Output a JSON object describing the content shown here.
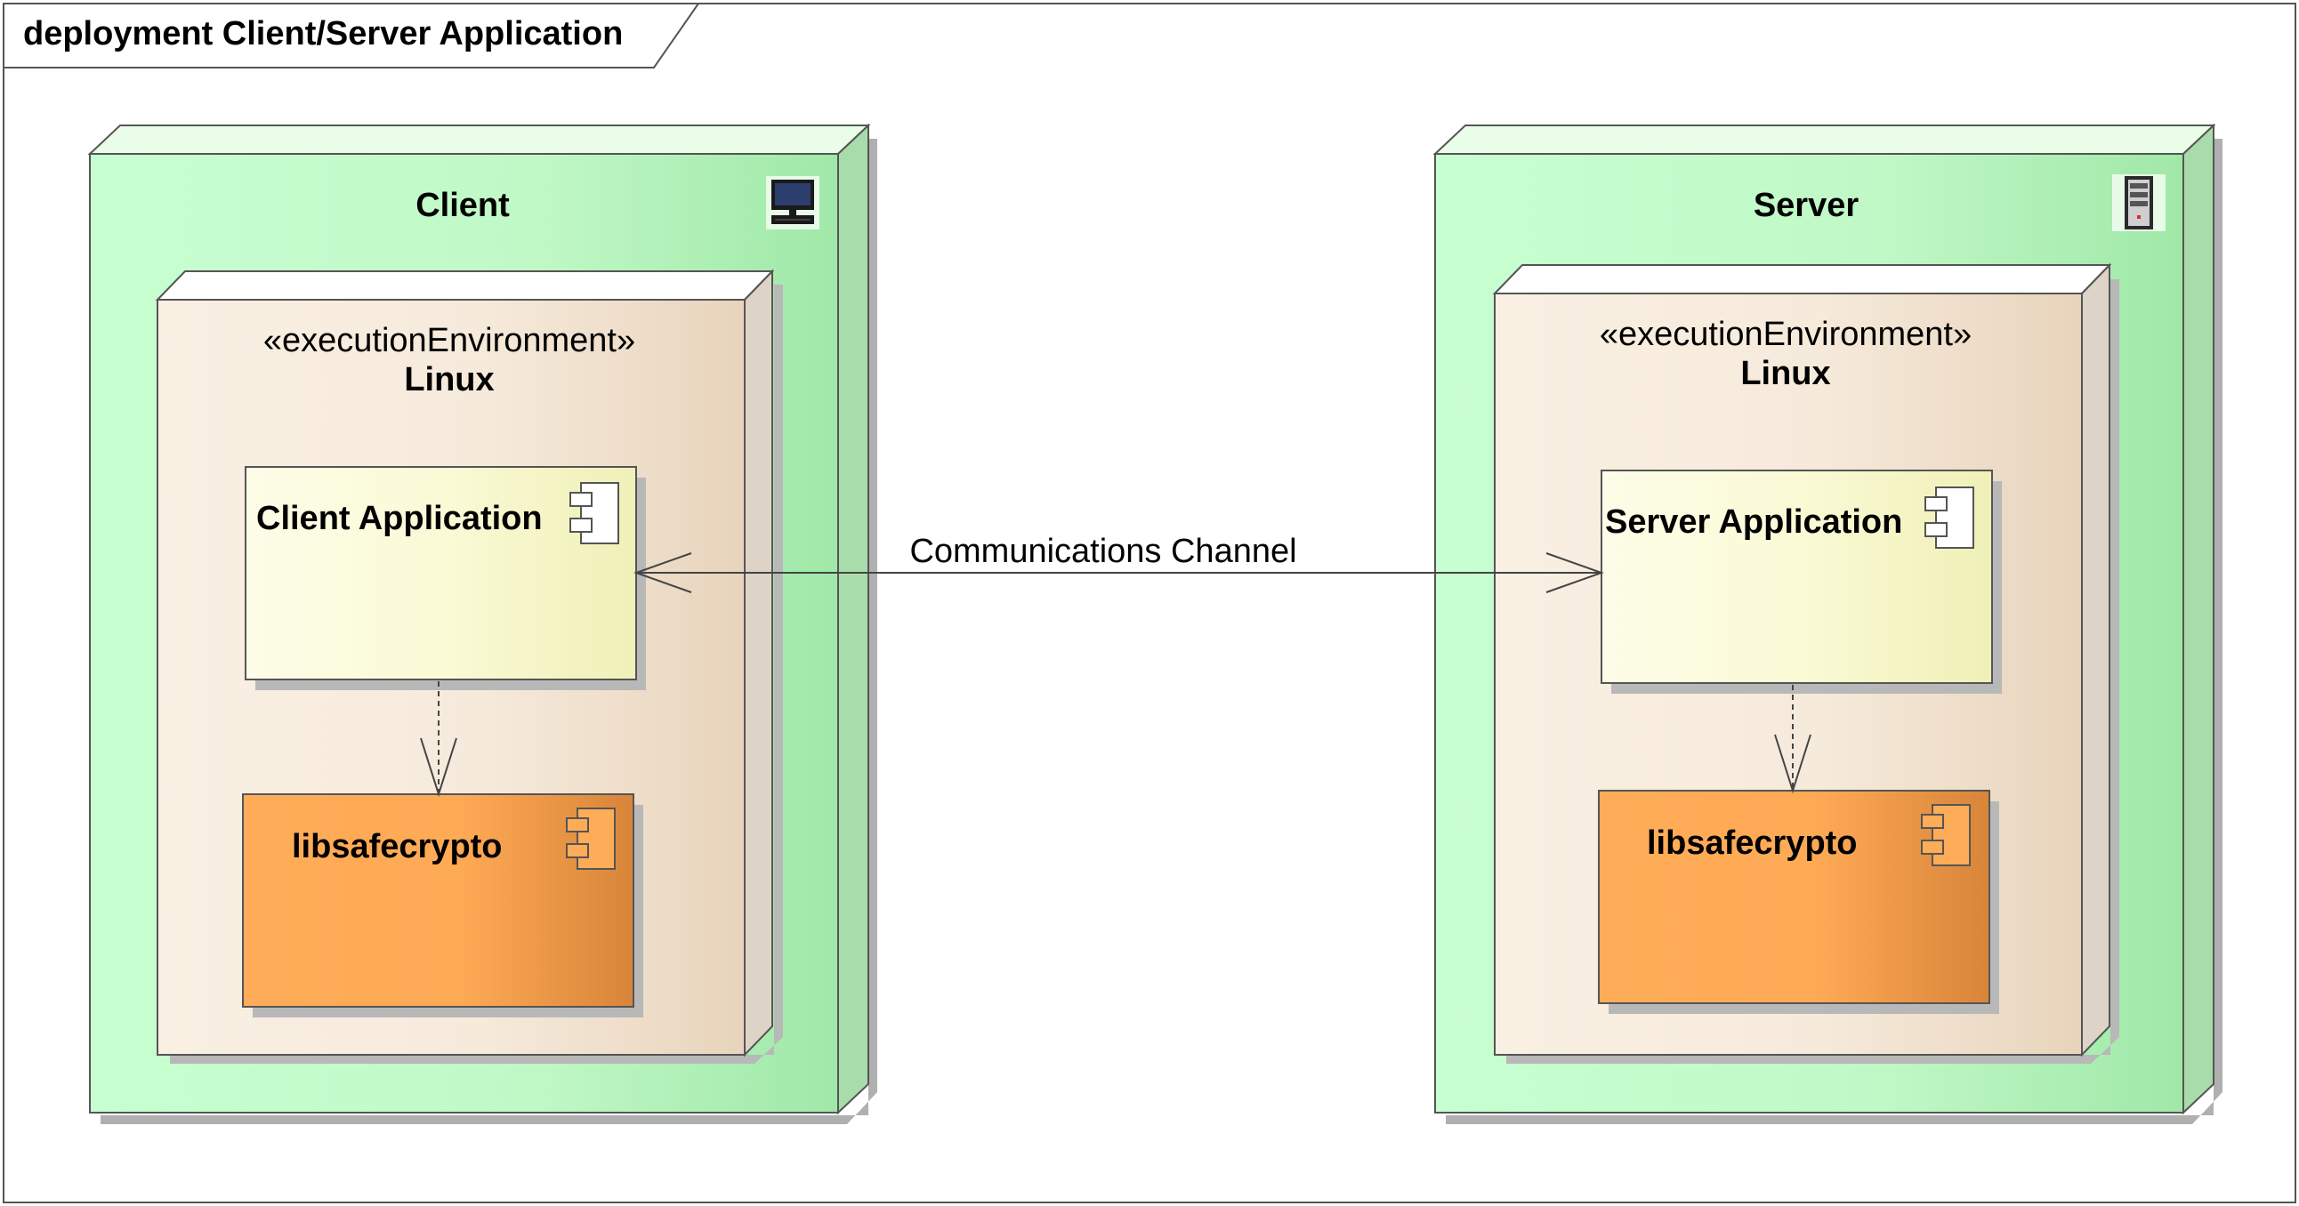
{
  "diagram": {
    "frame_title": "deployment Client/Server Application"
  },
  "client": {
    "name": "Client",
    "env_stereotype": "«executionEnvironment»",
    "env_name": "Linux",
    "app": "Client Application",
    "lib": "libsafecrypto"
  },
  "server": {
    "name": "Server",
    "env_stereotype": "«executionEnvironment»",
    "env_name": "Linux",
    "app": "Server Application",
    "lib": "libsafecrypto"
  },
  "connector": {
    "label": "Communications Channel"
  },
  "colors": {
    "node_fill": "#c8ffd2",
    "node_fill_dark": "#a0e8a8",
    "env_fill": "#f8efe2",
    "env_fill_dark": "#e8d4bc",
    "component_fill": "#fdfde0",
    "component_fill_dark": "#f0f0b8",
    "lib_fill": "#ffaa55",
    "lib_fill_dark": "#d8853a"
  }
}
